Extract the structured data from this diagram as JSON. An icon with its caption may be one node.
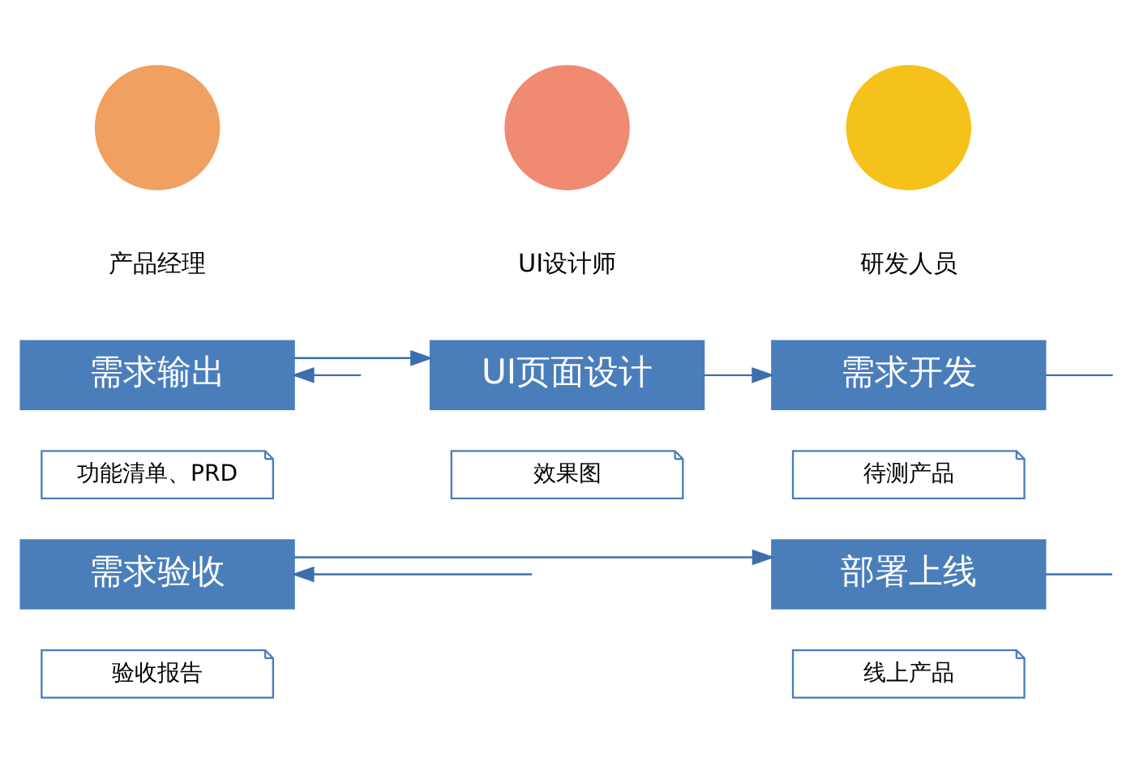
{
  "diagram": {
    "nodes": [
      {
        "text": [],
        "shape": "person"
      },
      {
        "text": [],
        "shape": "person"
      },
      {
        "text": [],
        "shape": "person"
      },
      {
        "text": [
          "需求输出"
        ]
      },
      {
        "text": [
          "功能清单、PRD"
        ]
      },
      {
        "text": [
          "UI页面设计"
        ]
      },
      {
        "text": [
          "效果图"
        ]
      },
      {
        "text": [
          "需求开发"
        ]
      },
      {
        "text": [
          "待测产品"
        ]
      },
      {
        "text": [
          "需求验收"
        ]
      },
      {
        "text": [
          "验收报告"
        ]
      },
      {
        "text": [
          "部署上线"
        ]
      },
      {
        "text": [
          "线上产品"
        ]
      }
    ],
    "edges": [
      {
        "from": null,
        "to": 3,
        "arrow": "to"
      },
      {
        "from": 3,
        "to": 5,
        "arrow": "to"
      },
      {
        "from": 5,
        "to": 7,
        "arrow": "to"
      },
      {
        "from": 7,
        "to": null,
        "arrow": "none"
      },
      {
        "from": null,
        "to": 9,
        "arrow": "to"
      },
      {
        "from": 9,
        "to": 11,
        "arrow": "to"
      },
      {
        "from": null,
        "to": 11,
        "arrow": "none"
      }
    ],
    "labels": [
      "产品经理",
      "UI设计师",
      "研发人员"
    ]
  }
}
